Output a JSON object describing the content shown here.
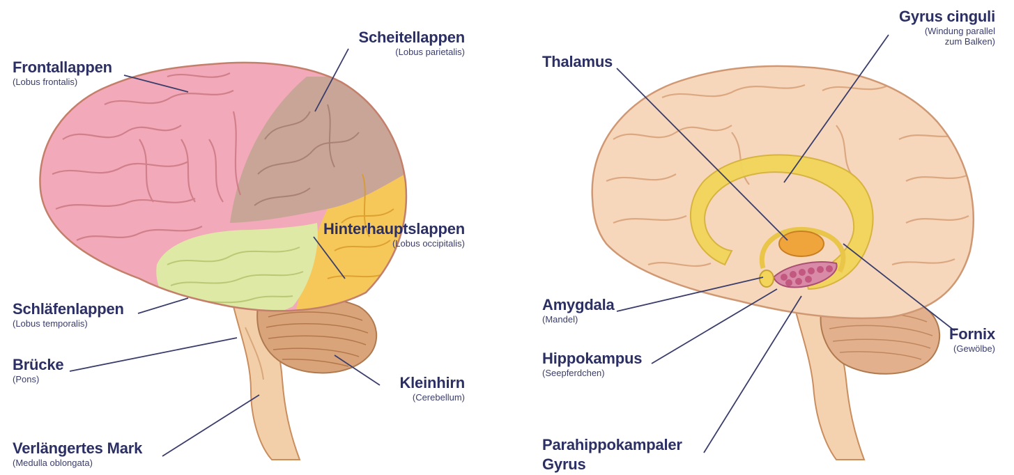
{
  "left_brain": {
    "labels": [
      {
        "id": "frontallappen",
        "title": "Frontallappen",
        "subtitle": "(Lobus frontalis)"
      },
      {
        "id": "scheitellappen",
        "title": "Scheitellappen",
        "subtitle": "(Lobus parietalis)"
      },
      {
        "id": "hinterhauptslappen",
        "title": "Hinterhauptslappen",
        "subtitle": "(Lobus occipitalis)"
      },
      {
        "id": "schlaefenlappen",
        "title": "Schläfenlappen",
        "subtitle": "(Lobus temporalis)"
      },
      {
        "id": "bruecke",
        "title": "Brücke",
        "subtitle": "(Pons)"
      },
      {
        "id": "kleinhirn",
        "title": "Kleinhirn",
        "subtitle": "(Cerebellum)"
      },
      {
        "id": "verlaengertes_mark",
        "title": "Verlängertes Mark",
        "subtitle": "(Medulla oblongata)"
      }
    ]
  },
  "right_brain": {
    "labels": [
      {
        "id": "thalamus",
        "title": "Thalamus",
        "subtitle": ""
      },
      {
        "id": "gyrus_cinguli",
        "title": "Gyrus cinguli",
        "subtitle_line1": "(Windung parallel",
        "subtitle_line2": "zum Balken)"
      },
      {
        "id": "amygdala",
        "title": "Amygdala",
        "subtitle": "(Mandel)"
      },
      {
        "id": "hippokampus",
        "title": "Hippokampus",
        "subtitle": "(Seepferdchen)"
      },
      {
        "id": "fornix",
        "title": "Fornix",
        "subtitle": "(Gewölbe)"
      },
      {
        "id": "parahippokampaler",
        "title_line1": "Parahippokampaler",
        "title_line2": "Gyrus"
      }
    ]
  },
  "colors": {
    "frontal": "#f2a9b9",
    "parietal": "#c9a597",
    "occipital": "#f6c85a",
    "temporal": "#dde9a4",
    "brainstem": "#f2cfa8",
    "cerebellum": "#d7a57f",
    "limbic_ring": "#f2d55a",
    "thalamus": "#f0a53c",
    "hippocampus": "#c86a8a",
    "label": "#2b2f63",
    "leader": "#3a3d6b"
  }
}
